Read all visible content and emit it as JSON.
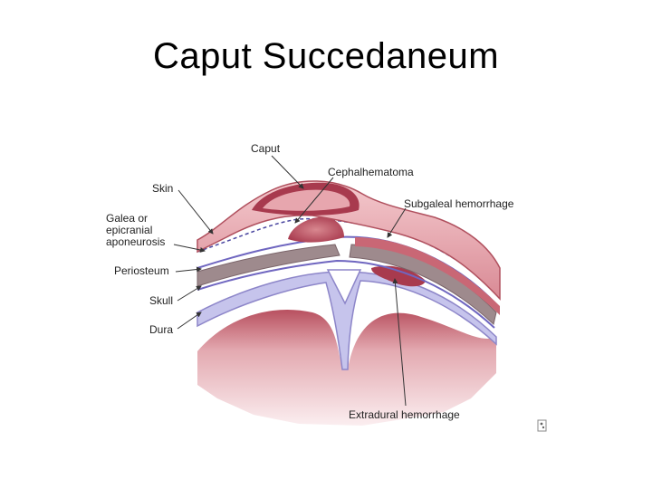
{
  "slide": {
    "title": "Caput Succedaneum"
  },
  "diagram": {
    "labels": {
      "caput": "Caput",
      "cephalhematoma": "Cephalhematoma",
      "skin": "Skin",
      "subgaleal": "Subgaleal hemorrhage",
      "galea_1": "Galea or",
      "galea_2": "epicranial",
      "galea_3": "aponeurosis",
      "periosteum": "Periosteum",
      "skull": "Skull",
      "dura": "Dura",
      "extradural": "Extradural hemorrhage"
    },
    "colors": {
      "skin": "#e8a6ad",
      "skin_edge": "#b0505e",
      "blood": "#a83a4e",
      "galea": "#f1f0fb",
      "periosteum": "#8d86c9",
      "skull": "#9e8a8d",
      "dura": "#c6c4ec",
      "brain": "#d9949c"
    }
  }
}
